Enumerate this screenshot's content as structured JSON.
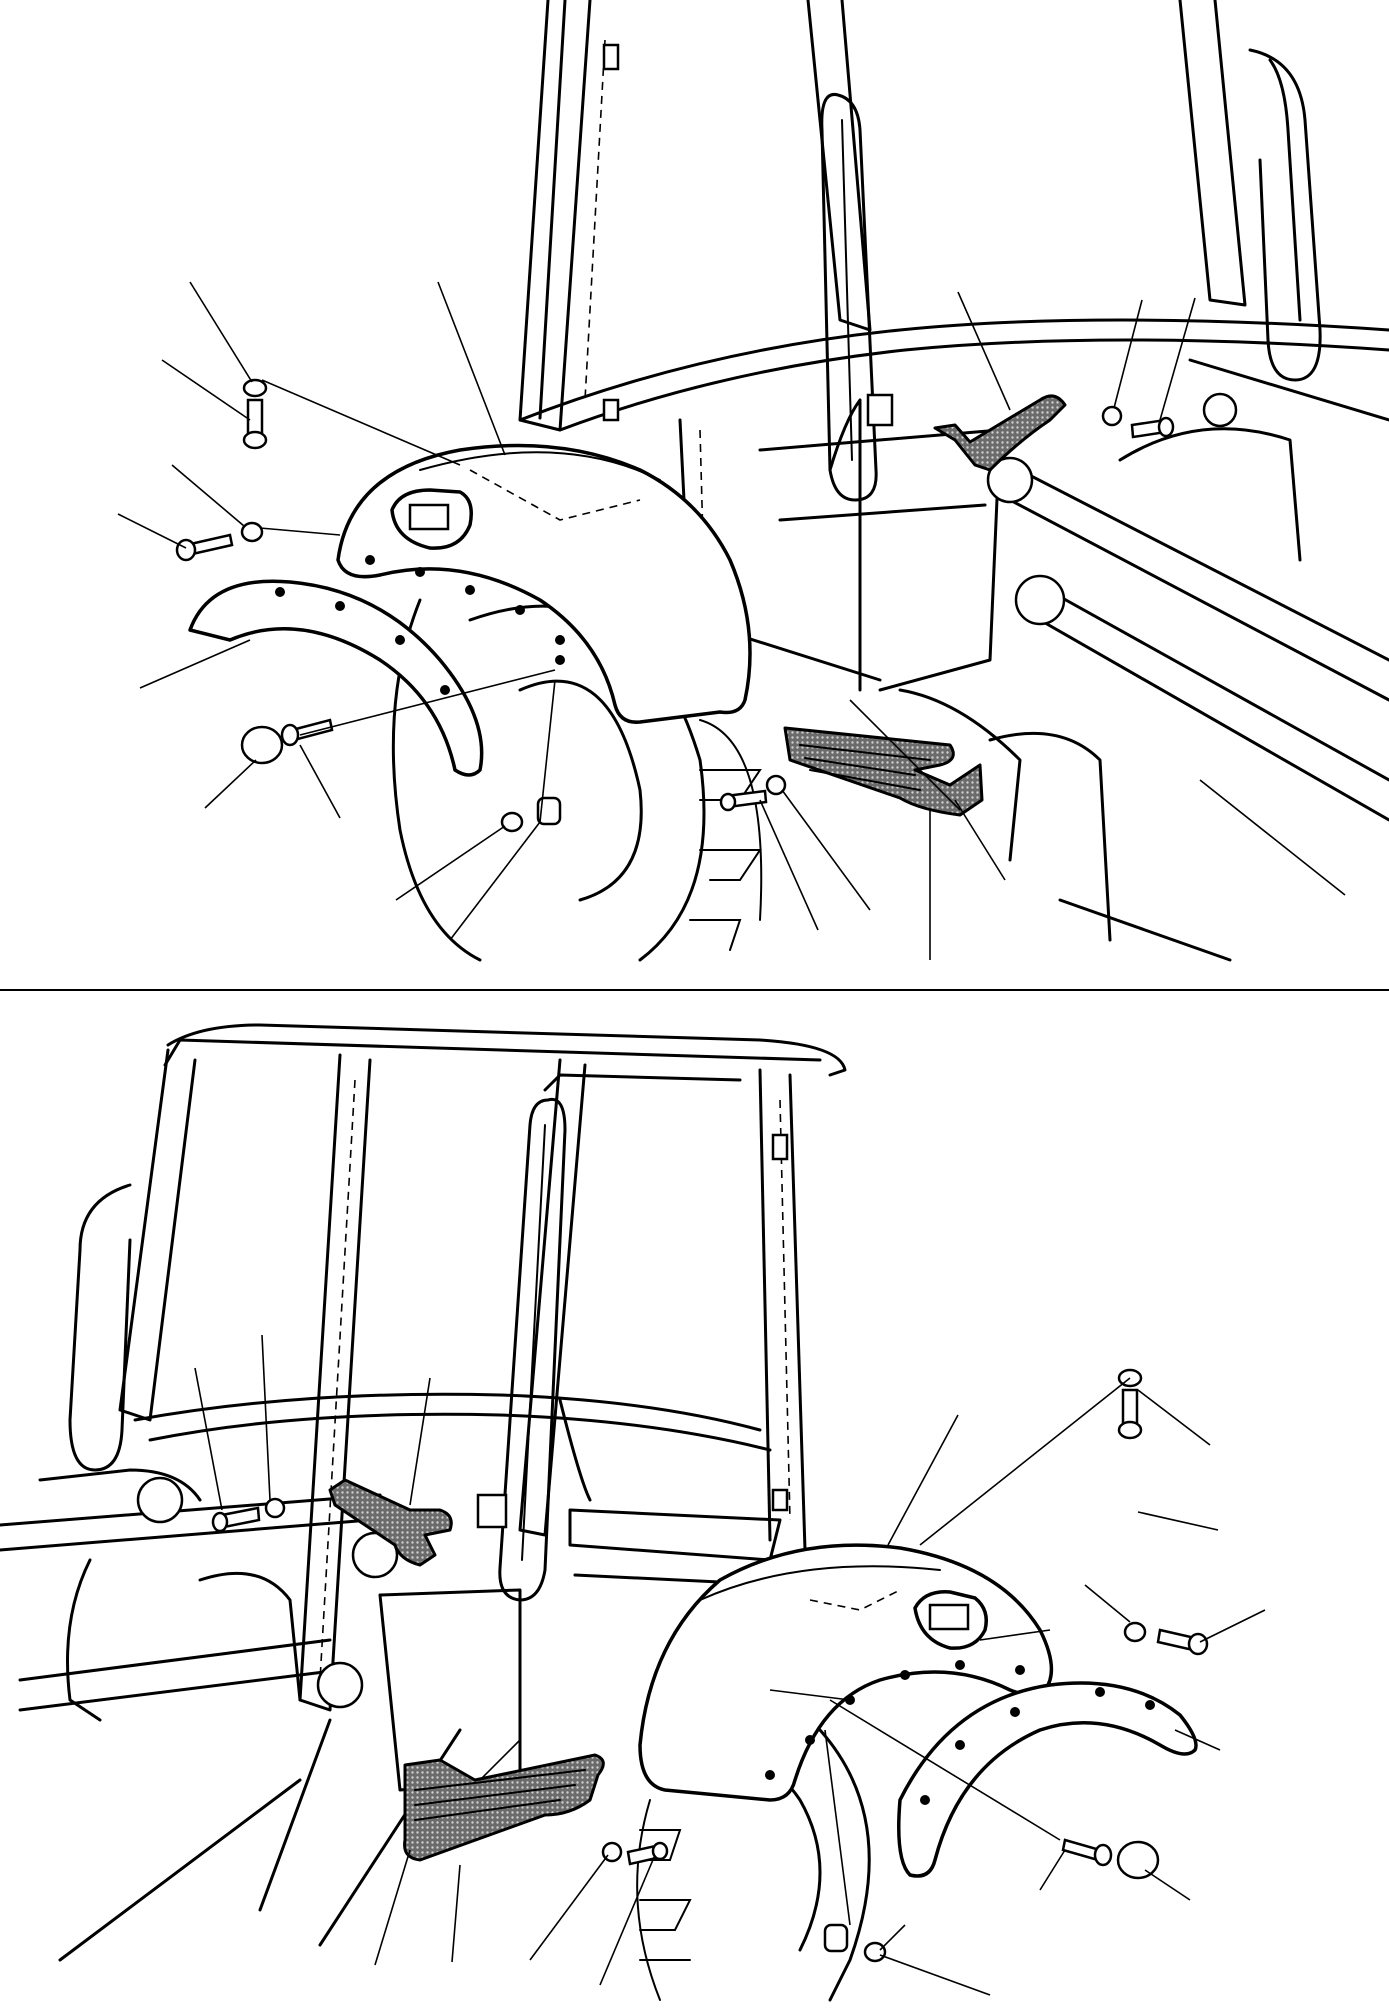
{
  "diagram": {
    "kind": "exploded-assembly",
    "views": [
      {
        "id": "top",
        "side": "left",
        "parts": [
          "front-fender",
          "fender-extension",
          "cab-mount-bracket",
          "step-plate"
        ]
      },
      {
        "id": "bottom",
        "side": "right",
        "parts": [
          "front-fender",
          "fender-extension",
          "cab-mount-bracket",
          "step-plate"
        ]
      }
    ],
    "colors": {
      "ink": "#000000",
      "paper": "#ffffff",
      "step_fill": "#555555",
      "bracket_fill": "#6b6b6b"
    }
  }
}
